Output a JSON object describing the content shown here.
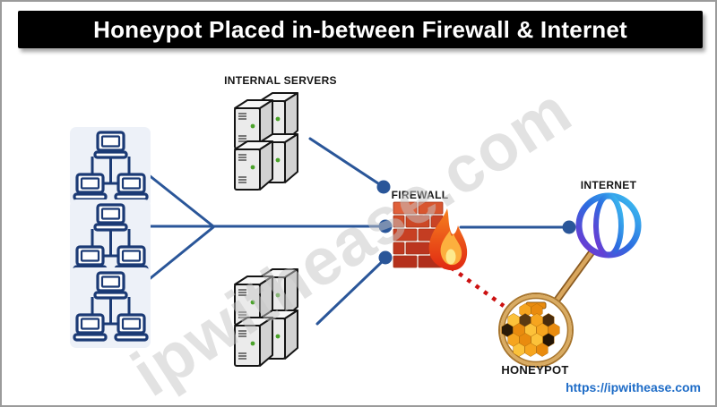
{
  "title": "Honeypot Placed in-between Firewall & Internet",
  "watermark": "ipwithease.com",
  "labels": {
    "internal_servers": "INTERNAL SERVERS",
    "firewall": "FIREWALL",
    "internet": "INTERNET",
    "honeypot": "HONEYPOT"
  },
  "footer": {
    "url": "https://ipwithease.com"
  },
  "colors": {
    "title_bg": "#000000",
    "title_fg": "#ffffff",
    "line_blue": "#2a5699",
    "dotted_red": "#cc1111",
    "brick_red": "#c9432a",
    "flame_orange": "#f6821f",
    "honey_orange": "#f6a51f",
    "ring_tan": "#b07c33",
    "globe_gradient": [
      "#3ec6f2",
      "#2b6de0",
      "#7a2fd0"
    ],
    "workstation_navy": "#1b3a75",
    "url_blue": "#1e6cc7",
    "watermark_gray": "#c7c7c7"
  },
  "diagram": {
    "nodes": [
      {
        "id": "workstation-cluster-1",
        "type": "lan-workstations",
        "label": ""
      },
      {
        "id": "workstation-cluster-2",
        "type": "lan-workstations",
        "label": ""
      },
      {
        "id": "workstation-cluster-3",
        "type": "lan-workstations",
        "label": ""
      },
      {
        "id": "internal-servers-top",
        "type": "server-stack",
        "label": "INTERNAL SERVERS"
      },
      {
        "id": "internal-servers-bottom",
        "type": "server-stack",
        "label": ""
      },
      {
        "id": "firewall",
        "type": "firewall-brick-flame",
        "label": "FIREWALL"
      },
      {
        "id": "internet",
        "type": "globe",
        "label": "INTERNET"
      },
      {
        "id": "honeypot",
        "type": "honeycomb-magnifier",
        "label": "HONEYPOT"
      }
    ],
    "connections": [
      {
        "from": "workstation-cluster-1",
        "to": "firewall",
        "style": "solid-blue"
      },
      {
        "from": "workstation-cluster-2",
        "to": "firewall",
        "style": "solid-blue"
      },
      {
        "from": "workstation-cluster-3",
        "to": "firewall",
        "style": "solid-blue"
      },
      {
        "from": "internal-servers-top",
        "to": "firewall",
        "style": "solid-blue"
      },
      {
        "from": "internal-servers-bottom",
        "to": "firewall",
        "style": "solid-blue"
      },
      {
        "from": "firewall",
        "to": "internet",
        "style": "solid-blue"
      },
      {
        "from": "firewall",
        "to": "honeypot",
        "style": "dotted-red"
      },
      {
        "from": "honeypot",
        "to": "internet",
        "style": "magnifier-handle"
      }
    ]
  }
}
